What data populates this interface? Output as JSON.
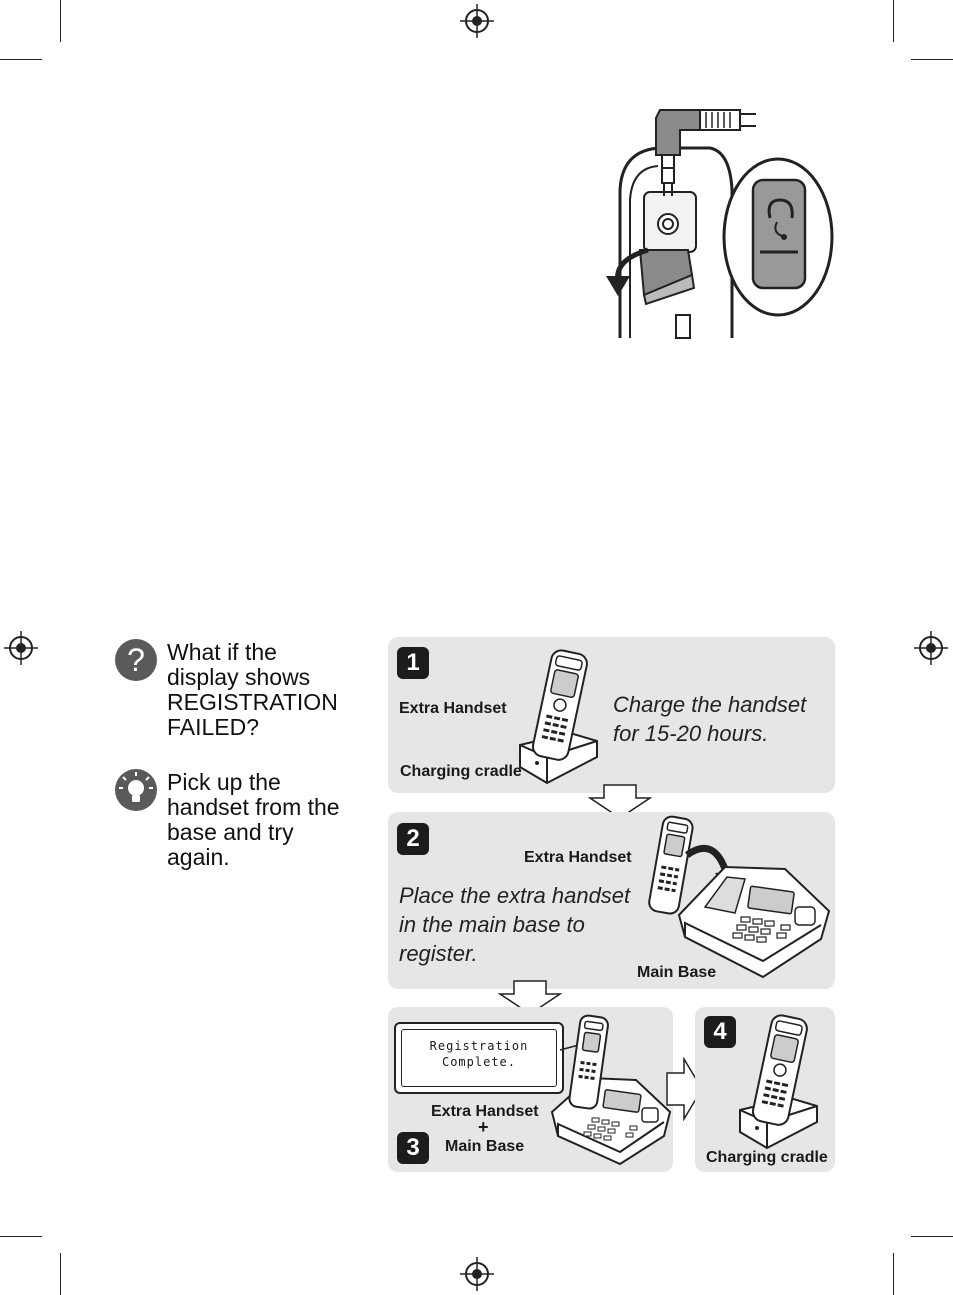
{
  "faq": {
    "question": [
      "What if the",
      "display shows",
      "REGISTRATION",
      "FAILED?"
    ],
    "answer": [
      "Pick up the",
      "handset from the",
      "base and try",
      "again."
    ]
  },
  "steps": [
    {
      "number": "1",
      "labels": {
        "handset": "Extra Handset",
        "cradle": "Charging cradle"
      },
      "instruction": [
        "Charge the handset",
        "for 15-20 hours."
      ]
    },
    {
      "number": "2",
      "labels": {
        "handset": "Extra Handset",
        "base": "Main Base"
      },
      "instruction": [
        "Place the extra handset",
        "in the main base to",
        "register."
      ]
    },
    {
      "number": "3",
      "display": [
        "Registration",
        "Complete."
      ],
      "labels": {
        "handset": "Extra Handset",
        "plus": "+",
        "base": "Main Base"
      }
    },
    {
      "number": "4",
      "labels": {
        "cradle": "Charging cradle"
      }
    }
  ],
  "icons": {
    "question": "question-mark-circle-icon",
    "tip": "lightbulb-icon",
    "arrow": "step-arrow-icon",
    "headset": "headset-icon"
  },
  "colors": {
    "panel": "#e6e6e6",
    "step_badge": "#1c1c1c",
    "icon_circle": "#5a5a5a"
  }
}
